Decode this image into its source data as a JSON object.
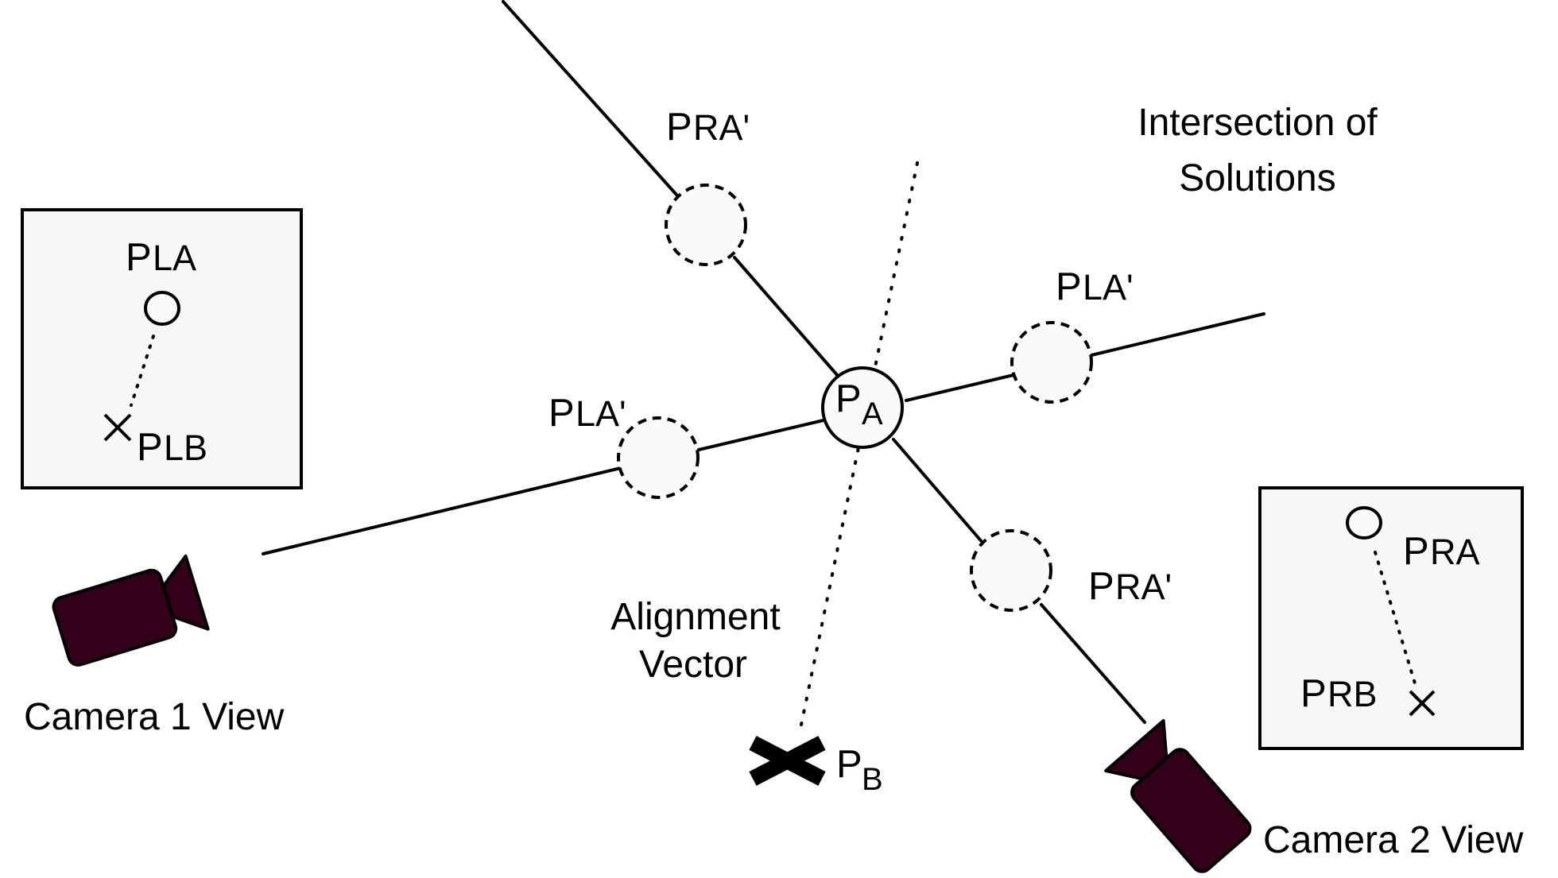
{
  "colors": {
    "line": "#000000",
    "panel_fill": "#f7f7f7",
    "marker_fill": "#fafafa",
    "camera_fill": "#33001a"
  },
  "labels": {
    "intersection": [
      "Intersection of",
      "Solutions"
    ],
    "alignment": [
      "Alignment",
      "Vector"
    ],
    "camera1": "Camera 1 View",
    "camera2": "Camera 2 View",
    "pa": {
      "main": "P",
      "sub": "A"
    },
    "pb": {
      "main": "P",
      "sub": "B"
    },
    "pra_prime": "RA'",
    "pla_prime": "LA'",
    "pla": "LA",
    "plb": "LB",
    "pra": "RA",
    "prb": "RB",
    "p": "P"
  },
  "icons": {
    "camera1": "video-camera-icon",
    "camera2": "video-camera-icon",
    "pb_marker": "x-cross-icon",
    "plb_marker": "x-mark-icon",
    "prb_marker": "x-mark-icon"
  }
}
